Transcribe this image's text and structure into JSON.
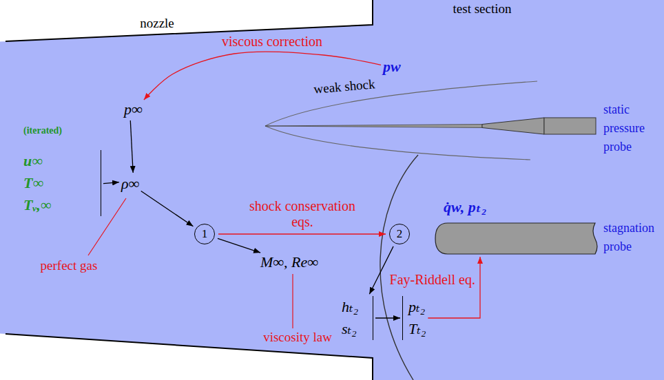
{
  "diagram": {
    "nodes": [
      {
        "text": [
          "pw"
        ]
      },
      {
        "text": [
          "p∞"
        ]
      },
      {
        "text": [
          "(iterated)",
          "u∞ T∞ Tᵥ,∞"
        ]
      },
      {
        "text": [
          "ρ∞"
        ]
      },
      {
        "text": [
          "1"
        ]
      },
      {
        "text": [
          "M∞, Re∞"
        ]
      },
      {
        "text": [
          "2"
        ]
      },
      {
        "text": [
          "hₜ₂ sₜ₂"
        ]
      },
      {
        "text": [
          "pₜ₂ Tₜ₂"
        ]
      },
      {
        "text": [
          "q̇w, pₜ₂"
        ]
      }
    ],
    "edges": [
      {
        "from": 0,
        "to": 1,
        "arrow": "to",
        "label": "viscous correction"
      },
      {
        "from": 1,
        "to": 3,
        "arrow": "to"
      },
      {
        "from": 2,
        "to": 3,
        "arrow": "to"
      },
      {
        "from": 3,
        "to": 4,
        "arrow": "to"
      },
      {
        "from": 4,
        "to": 6,
        "arrow": "to",
        "label": "shock conservation eqs."
      },
      {
        "from": 4,
        "to": 5,
        "arrow": "to"
      },
      {
        "from": 6,
        "to": 7,
        "arrow": "to"
      },
      {
        "from": 7,
        "to": 8,
        "arrow": "to"
      },
      {
        "from": 8,
        "to": 9,
        "arrow": "to",
        "label": "Fay-Riddell eq."
      }
    ],
    "labels": [
      "test section",
      "nozzle",
      "weak shock",
      "static pressure probe",
      "stagnation probe",
      "perfect gas",
      "viscosity law"
    ]
  }
}
